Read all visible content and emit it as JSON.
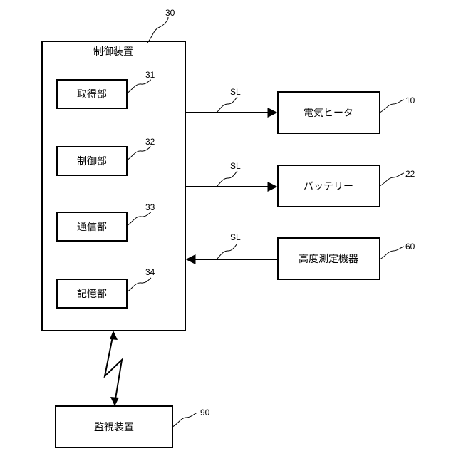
{
  "controller": {
    "title": "制御装置",
    "ref": "30"
  },
  "units": [
    {
      "label": "取得部",
      "ref": "31"
    },
    {
      "label": "制御部",
      "ref": "32"
    },
    {
      "label": "通信部",
      "ref": "33"
    },
    {
      "label": "記憶部",
      "ref": "34"
    }
  ],
  "devices": [
    {
      "label": "電気ヒータ",
      "ref": "10",
      "signal": "SL"
    },
    {
      "label": "バッテリー",
      "ref": "22",
      "signal": "SL"
    },
    {
      "label": "高度測定機器",
      "ref": "60",
      "signal": "SL"
    }
  ],
  "monitor": {
    "label": "監視装置",
    "ref": "90"
  }
}
